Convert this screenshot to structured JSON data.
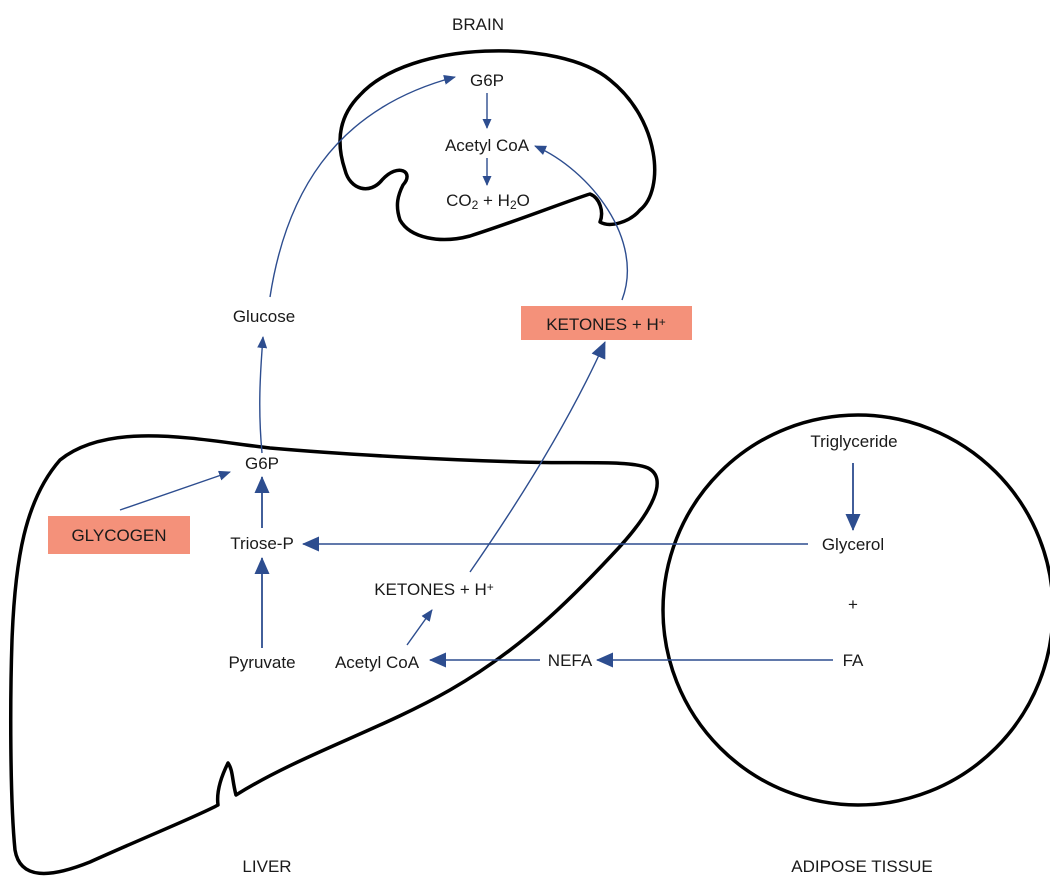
{
  "colors": {
    "arrow": "#2d4d8f",
    "highlight_box": "#f4917a",
    "outline": "#000000",
    "text": "#1a1a1a"
  },
  "organs": {
    "brain": "BRAIN",
    "liver": "LIVER",
    "adipose": "ADIPOSE TISSUE"
  },
  "brain": {
    "g6p": "G6P",
    "acetyl_coa": "Acetyl CoA",
    "co2": "CO",
    "co2_sub": "2",
    "plus_h": " + H",
    "h2o_sub": "2",
    "h2o_o": "O"
  },
  "blood": {
    "glucose": "Glucose",
    "ketones": "KETONES + H",
    "ketones_sup": "+"
  },
  "liver": {
    "g6p": "G6P",
    "glycogen": "GLYCOGEN",
    "triose_p": "Triose-P",
    "pyruvate": "Pyruvate",
    "ketones": "KETONES + H",
    "ketones_sup": "+",
    "acetyl_coa": "Acetyl CoA",
    "nefa": "NEFA"
  },
  "adipose": {
    "triglyceride": "Triglyceride",
    "glycerol": "Glycerol",
    "plus": "+",
    "fa": "FA"
  }
}
